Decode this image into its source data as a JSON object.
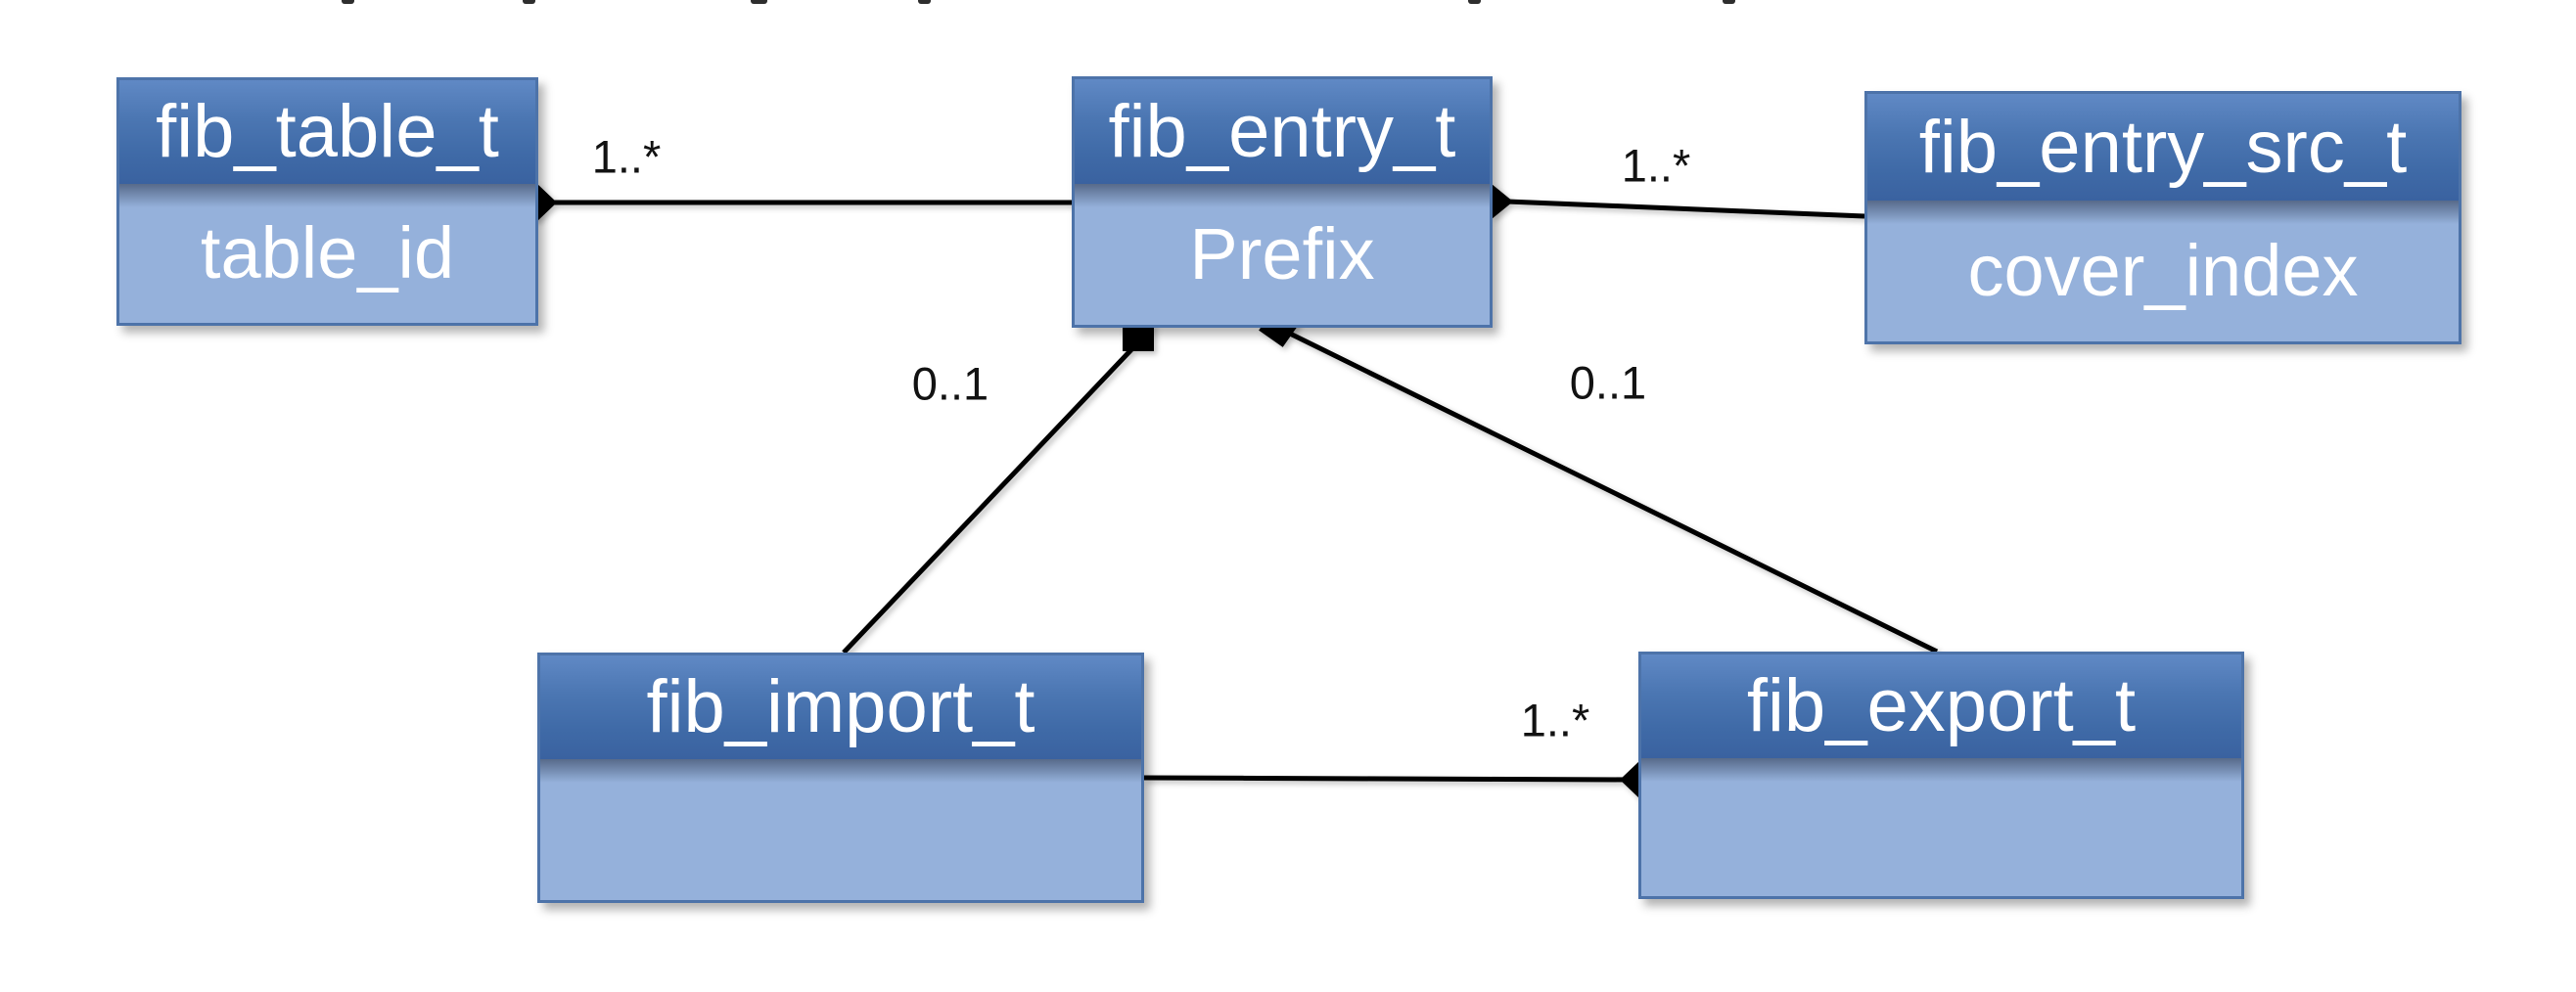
{
  "diagram": {
    "kind": "uml-class-diagram",
    "colors": {
      "header_fill_top": "#6089c5",
      "header_fill_bottom": "#3a62a0",
      "body_fill": "#95b1db",
      "box_border": "#4d73a9",
      "connector": "#000000",
      "label_text": "#121212",
      "box_text": "#ffffff",
      "background": "#ffffff"
    }
  },
  "nodes": [
    {
      "id": "fib_table_t",
      "title": "fib_table_t",
      "attribute": "table_id"
    },
    {
      "id": "fib_entry_t",
      "title": "fib_entry_t",
      "attribute": "Prefix"
    },
    {
      "id": "fib_entry_src_t",
      "title": "fib_entry_src_t",
      "attribute": "cover_index"
    },
    {
      "id": "fib_import_t",
      "title": "fib_import_t",
      "attribute": ""
    },
    {
      "id": "fib_export_t",
      "title": "fib_export_t",
      "attribute": ""
    }
  ],
  "edges": [
    {
      "from": "fib_table_t",
      "to": "fib_entry_t",
      "label": "1..*",
      "diamond_at": "fib_table_t"
    },
    {
      "from": "fib_entry_t",
      "to": "fib_entry_src_t",
      "label": "1..*",
      "diamond_at": "fib_entry_t"
    },
    {
      "from": "fib_entry_t",
      "to": "fib_import_t",
      "label": "0..1",
      "diamond_at": "fib_entry_t"
    },
    {
      "from": "fib_entry_t",
      "to": "fib_export_t",
      "label": "0..1",
      "diamond_at": "fib_entry_t"
    },
    {
      "from": "fib_import_t",
      "to": "fib_export_t",
      "label": "1..*",
      "diamond_at": "fib_export_t"
    }
  ]
}
